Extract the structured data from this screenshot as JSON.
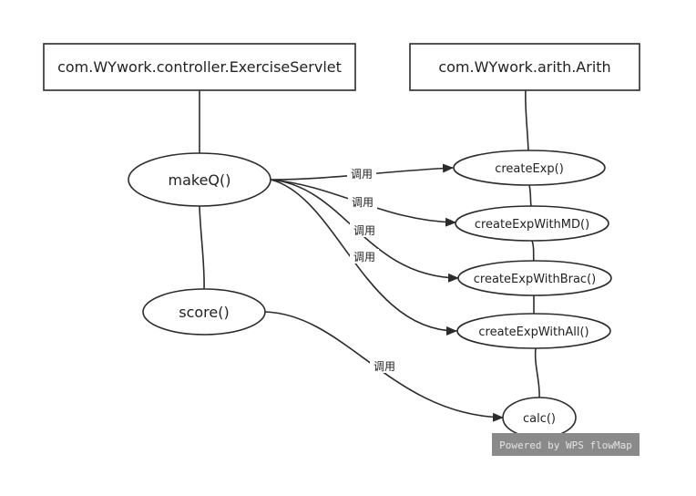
{
  "nodes": {
    "servlet": {
      "label": "com.WYwork.controller.ExerciseServlet"
    },
    "arith": {
      "label": "com.WYwork.arith.Arith"
    },
    "makeQ": {
      "label": "makeQ()"
    },
    "score": {
      "label": "score()"
    },
    "createExp": {
      "label": "createExp()"
    },
    "createExpWithMD": {
      "label": "createExpWithMD()"
    },
    "createExpWithBrac": {
      "label": "createExpWithBrac()"
    },
    "createExpWithAll": {
      "label": "createExpWithAll()"
    },
    "calc": {
      "label": "calc()"
    }
  },
  "edges": {
    "makeQ_createExp": {
      "label": "调用"
    },
    "makeQ_createExpWithMD": {
      "label": "调用"
    },
    "makeQ_createExpWithBrac": {
      "label": "调用"
    },
    "makeQ_createExpWithAll": {
      "label": "调用"
    },
    "score_calc": {
      "label": "调用"
    }
  },
  "watermark": {
    "text": "Powered by WPS flowMap"
  },
  "colors": {
    "stroke": "#2b2b2b",
    "watermark_bg": "#8a8a8a",
    "watermark_text": "#e4e4e4"
  }
}
